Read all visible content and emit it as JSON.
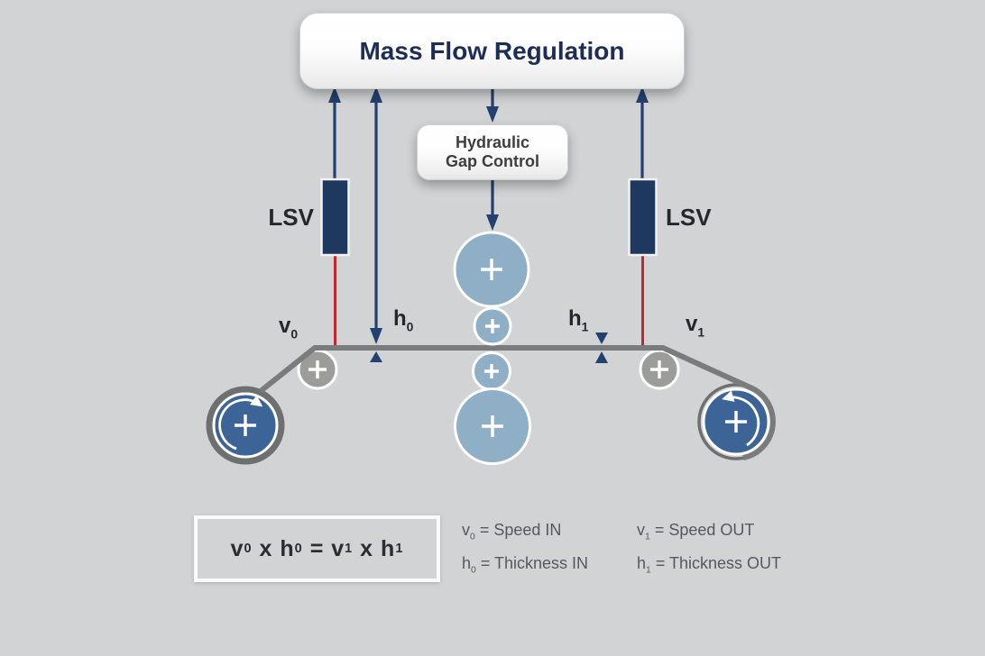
{
  "colors": {
    "background": "#d2d3d4",
    "navy": "#24406e",
    "lsv_fill": "#1e3860",
    "red": "#c1272d",
    "roll_blue": "#8fafc7",
    "coiler_blue": "#3d6497",
    "deflector_gray": "#9c9c9b",
    "strip_gray": "#7a7b7d",
    "coil_ring_gray": "#6e6f70",
    "title_text": "#1d2e55",
    "label_text": "#25272b",
    "hgc_text": "#3e3e3f",
    "legend_text": "#56585c",
    "formula_text": "#2b2d30"
  },
  "header": {
    "title": "Mass Flow Regulation"
  },
  "hydraulic_box": {
    "line1": "Hydraulic",
    "line2": "Gap Control"
  },
  "sensors": {
    "left_label": "LSV",
    "right_label": "LSV"
  },
  "measurements": {
    "v0": {
      "base": "v",
      "sub": "0"
    },
    "h0": {
      "base": "h",
      "sub": "0"
    },
    "h1": {
      "base": "h",
      "sub": "1"
    },
    "v1": {
      "base": "v",
      "sub": "1"
    }
  },
  "formula": {
    "b1": "v",
    "s1": "0",
    "op1": " x ",
    "b2": "h",
    "s2": "0",
    "eq": " = ",
    "b3": "v",
    "s3": "1",
    "op2": " x ",
    "b4": "h",
    "s4": "1"
  },
  "legend": {
    "items": [
      {
        "base": "v",
        "sub": "0",
        "text": " = Speed IN"
      },
      {
        "base": "h",
        "sub": "0",
        "text": " = Thickness IN"
      },
      {
        "base": "v",
        "sub": "1",
        "text": " = Speed OUT"
      },
      {
        "base": "h",
        "sub": "1",
        "text": " = Thickness OUT"
      }
    ]
  },
  "icons": {
    "plus": "+",
    "rotation_left": "curved-arrow-clockwise",
    "rotation_right": "curved-arrow-counterclockwise",
    "thickness_caliper": "opposed-triangles"
  }
}
